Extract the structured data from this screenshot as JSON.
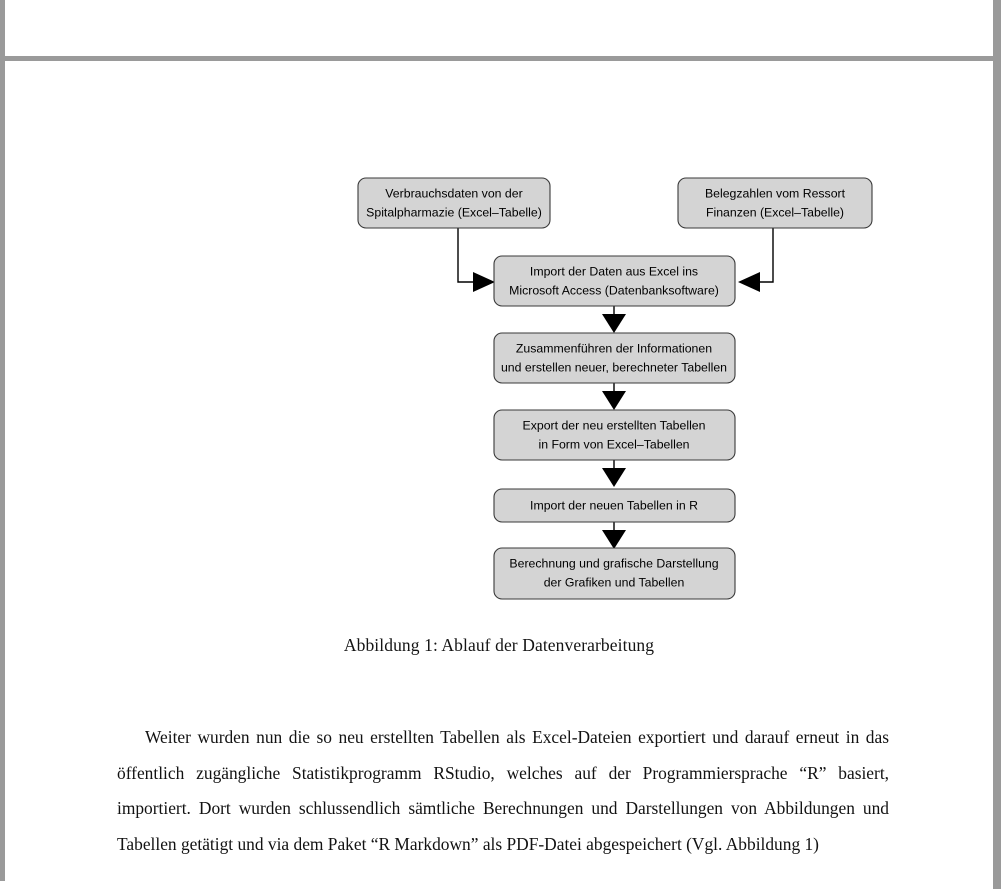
{
  "page": {
    "border_color": "#9a9a9a",
    "background": "#ffffff"
  },
  "figure": {
    "box_fill": "#d4d4d4",
    "box_stroke": "#3a3a3a",
    "nodes": [
      {
        "id": "source-pharmacy",
        "lines": [
          "Verbrauchsdaten von der",
          "Spitalpharmazie (Excel–Tabelle)"
        ]
      },
      {
        "id": "source-finance",
        "lines": [
          "Belegzahlen vom Ressort",
          "Finanzen (Excel–Tabelle)"
        ]
      },
      {
        "id": "import-access",
        "lines": [
          "Import der Daten aus Excel ins",
          "Microsoft Access (Datenbanksoftware)"
        ]
      },
      {
        "id": "merge-tables",
        "lines": [
          "Zusammenführen der Informationen",
          "und erstellen neuer, berechneter Tabellen"
        ]
      },
      {
        "id": "export-excel",
        "lines": [
          "Export der neu erstellten Tabellen",
          "in Form von Excel–Tabellen"
        ]
      },
      {
        "id": "import-r",
        "lines": [
          "Import der neuen Tabellen in R"
        ]
      },
      {
        "id": "compute-graphics",
        "lines": [
          "Berechnung und grafische Darstellung",
          "der Grafiken und Tabellen"
        ]
      }
    ],
    "caption": "Abbildung 1: Ablauf der Datenverarbeitung"
  },
  "body": {
    "paragraph": "Weiter wurden nun die so neu erstellten Tabellen als Excel-Dateien exportiert und darauf erneut in das öffentlich zugängliche Statistikprogramm RStudio, welches auf der Programmiersprache “R” basiert, importiert. Dort wurden schlussendlich sämtliche Berechnungen und Darstellungen von Abbildungen und Tabellen getätigt und via dem Paket “R Markdown” als PDF-Datei abgespeichert (Vgl. Abbildung 1)"
  }
}
